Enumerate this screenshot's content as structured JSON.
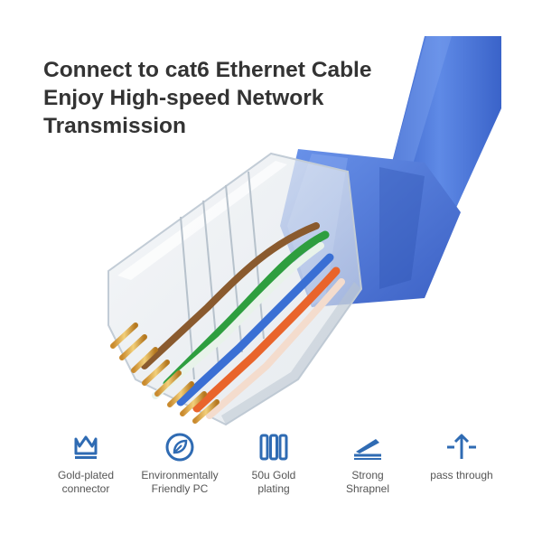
{
  "headline": {
    "line1": "Connect to cat6 Ethernet Cable",
    "line2": "Enjoy High-speed Network",
    "line3": "Transmission"
  },
  "colors": {
    "text": "#333333",
    "icon": "#2f6bb3",
    "cable": "#4b76d6",
    "label": "#555555"
  },
  "features": [
    {
      "icon": "crown-icon",
      "line1": "Gold-plated",
      "line2": "connector"
    },
    {
      "icon": "leaf-icon",
      "line1": "Environmentally",
      "line2": "Friendly PC"
    },
    {
      "icon": "gold-bars-icon",
      "line1": "50u Gold",
      "line2": "plating"
    },
    {
      "icon": "shrapnel-icon",
      "line1": "Strong",
      "line2": "Shrapnel"
    },
    {
      "icon": "pass-through-icon",
      "line1": "pass through",
      "line2": ""
    }
  ]
}
